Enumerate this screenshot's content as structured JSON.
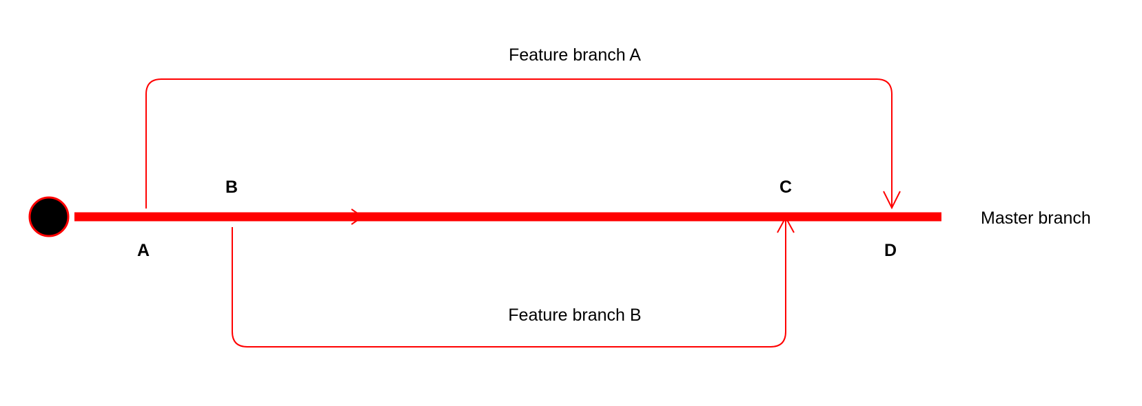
{
  "colors": {
    "branch": "#ff0000",
    "start_node": "#000000",
    "background": "#ffffff"
  },
  "labels": {
    "feature_branch_a": "Feature branch A",
    "feature_branch_b": "Feature branch B",
    "master_branch": "Master branch"
  },
  "points": {
    "a": "A",
    "b": "B",
    "c": "C",
    "d": "D"
  }
}
